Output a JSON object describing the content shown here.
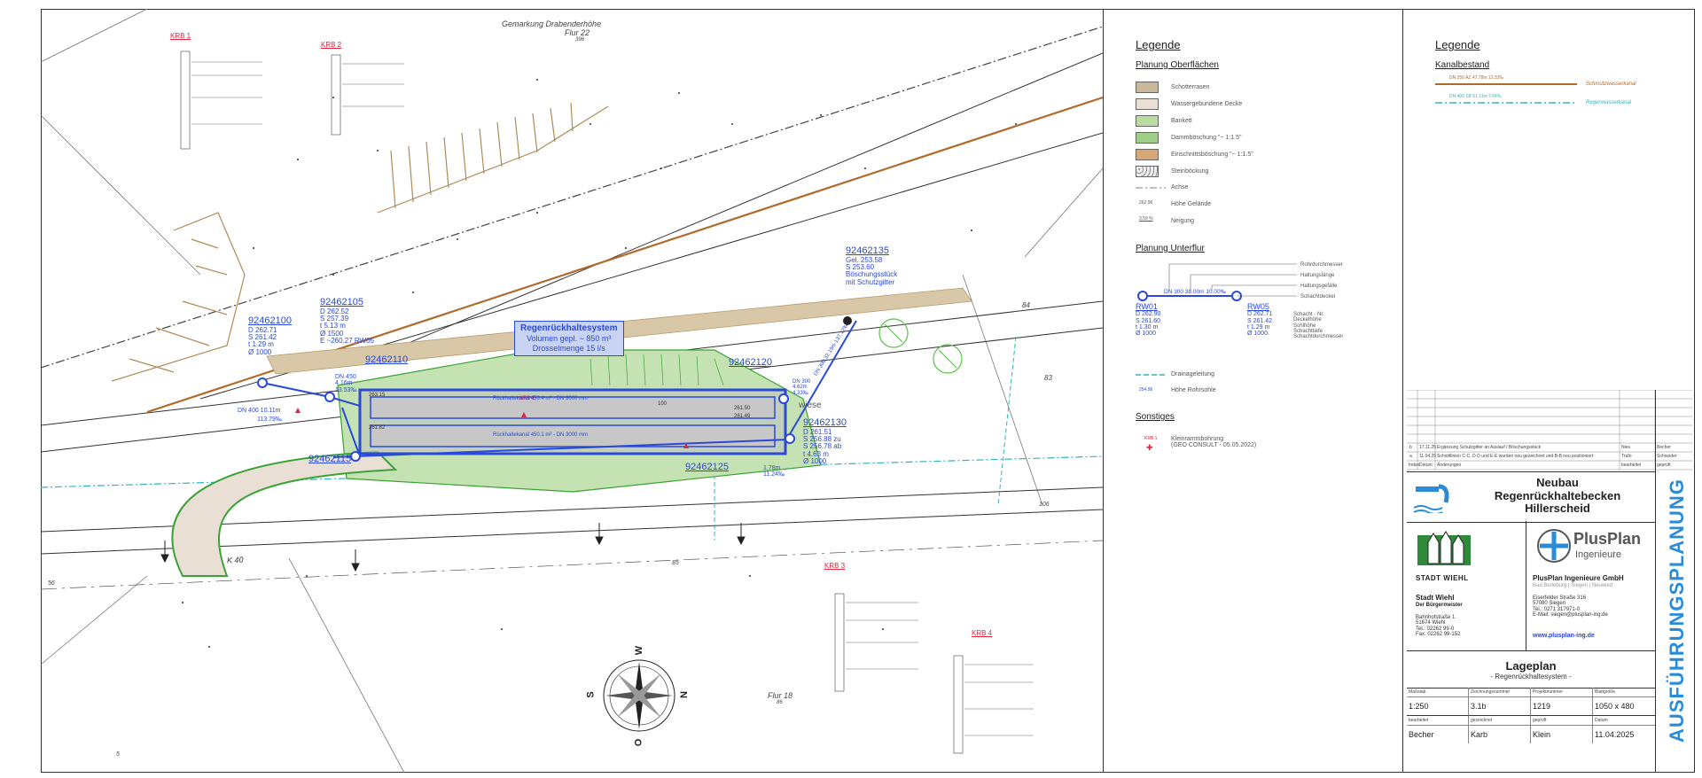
{
  "map": {
    "gemarkung": "Gemarkung Drabenderhöhe",
    "flur_top": "Flur 22",
    "flur_top_no": "396",
    "flur_bottom": "Flur 18",
    "flur_bottom_no": "86",
    "road": "K 40",
    "wiese": "wiese",
    "num_84": "84",
    "num_83": "83",
    "num_85": "85",
    "num_56": "56",
    "num_5": "5",
    "num_106": "106",
    "compass": {
      "n": "N",
      "s": "S",
      "o": "O",
      "w": "W"
    },
    "krb": [
      "KRB 1",
      "KRB 2",
      "KRB 3",
      "KRB 4"
    ],
    "krb_mark": "KRB 2",
    "system_box": {
      "title": "Regenrückhaltesystem",
      "line1": "Volumen gepl. ~ 850 m³",
      "line2": "Drosselmenge 15 l/s"
    },
    "nodes": [
      {
        "id": "92462100",
        "lines": [
          "D 262.71",
          "S 261.42",
          "t 1.29 m",
          "Ø 1000"
        ]
      },
      {
        "id": "92462105",
        "lines": [
          "D 262.52",
          "S 257.39",
          "t 5.13 m",
          "Ø 1500",
          "E ~260.27 RW05"
        ]
      },
      {
        "id": "92462110",
        "lines": []
      },
      {
        "id": "92462115",
        "lines": []
      },
      {
        "id": "92462120",
        "lines": []
      },
      {
        "id": "92462125",
        "lines": []
      },
      {
        "id": "92462130",
        "lines": [
          "D 261.51",
          "S 256.88 zu",
          "S 256.78 ab",
          "t 4.63 m",
          "Ø 1000"
        ]
      },
      {
        "id": "92462135",
        "lines": [
          "Gel. 253.58",
          "S 253.60",
          "Böschungsstück",
          "mit Schutzgitter"
        ]
      }
    ],
    "pipe_labels": {
      "dn400": "DN 400  10.11m",
      "dn400_slope": "113.79‰",
      "dn450": "DN 450",
      "dn450_len": "4.16m",
      "dn450_slope": "13.53‰",
      "right_len": "1.78m",
      "right_slope": "11.24‰",
      "rw1": "Rückhaltekanal 450.4 m² - DN 3000 mm",
      "rw2": "Rückhaltekanal 450.1 m² - DN 3000 mm",
      "dn300": "DN 300",
      "dn300_len": "4.62m",
      "dn300_slope": "4.33‰",
      "diag": "DN 300  32.19m  137.12‰",
      "val_100": "100",
      "lvl_a": "261.50",
      "lvl_b": "261.49",
      "lvl_c": "263.15",
      "lvl_d": "261.82"
    }
  },
  "legend_left": {
    "title": "Legende",
    "oberflaechen": "Planung Oberflächen",
    "items": [
      {
        "label": "Schotterrasen",
        "color": "#c9b99a"
      },
      {
        "label": "Wassergebundene Decke",
        "color": "#e9dfd4"
      },
      {
        "label": "Bankett",
        "color": "#b9dda0"
      },
      {
        "label": "Dammböschung \"~ 1:1.5\"",
        "color": "#9fd08a"
      },
      {
        "label": "Einschnittsböschung \"~ 1:1.5\"",
        "color": "#d6a874"
      },
      {
        "label": "Steinböckung",
        "color": "#cfcfcf"
      }
    ],
    "achse": "Achse",
    "hoehe_gelaende": "Höhe Gelände",
    "hoehe_val": "262.96",
    "neigung": "Neigung",
    "neigung_val": "3.59 %",
    "unterflur": "Planung Unterflur",
    "profile": {
      "rohrdurchmesser": "Rohrdurchmesser",
      "haltungslaenge": "Haltungslänge",
      "haltungsgefaelle": "Haltungsgefälle",
      "schachtdeckel": "Schachtdeckel",
      "pipe": "DN 300  38.00m  10.00‰",
      "rw01": "RW01",
      "rw01_lines": [
        "D 262.90",
        "S 261.60",
        "t 1.30 m",
        "Ø 1000"
      ],
      "rw05": "RW05",
      "rw05_lines": [
        "D 262.71",
        "S 261.42",
        "t 1.29 m",
        "Ø 1000"
      ],
      "schacht_nr": "Schacht - Nr.",
      "deckelhoehe": "Deckelhöhe",
      "sohlhoehe": "Sohlhöhe",
      "schachttiefe": "Schachttiefe",
      "schachtdurchmesser": "Schachtdurchmesser"
    },
    "drainage": "Drainageleitung",
    "rohrsohle": "Höhe Rohrsohle",
    "rohrsohle_val": "254.96",
    "sonstiges": "Sonstiges",
    "krb": "KRB 1",
    "kleinramm": "Kleinrammbohrung",
    "kleinramm2": "(GEO CONSULT - 05.05.2022)"
  },
  "legend_right": {
    "title": "Legende",
    "kanal": "Kanalbestand",
    "sw_label": "DN 250  AZ  47.78m  12.33‰",
    "sw_name": "Schmutzwasserkanal",
    "rw_label": "DN 400  SB  51.11m  7.04‰",
    "rw_name": "Regenwasserkanal"
  },
  "revisions": [
    {
      "idx": "b",
      "date": "17.11.25",
      "text": "Ergänzung Schutzgitter an Auslauf / Böschungsstück",
      "by": "Nies",
      "check": "Becher"
    },
    {
      "idx": "a",
      "date": "11.04.25",
      "text": "Schnittlinien C-C, D-D und E-E wurden neu gezeichnet und B-B neu positioniert",
      "by": "Trafo",
      "check": "Schneider"
    }
  ],
  "rev_header": [
    "Index",
    "Datum",
    "Änderungen",
    "bearbeitet",
    "geprüft"
  ],
  "project": {
    "line1": "Neubau",
    "line2": "Regenrückhaltebecken",
    "line3": "Hillerscheid"
  },
  "stamp": "AUSFÜHRUNGSPLANUNG",
  "client": {
    "logo_text": "STADT WIEHL",
    "name": "Stadt Wiehl",
    "sub": "Der Bürgermeister",
    "addr": [
      "Bahnhofstraße 1",
      "51674 Wiehl",
      "Tel.: 02262 99-0",
      "Fax: 02262 99-152"
    ]
  },
  "engineer": {
    "logo_text": "PlusPlan",
    "logo_sub": "Ingenieure",
    "name": "PlusPlan Ingenieure GmbH",
    "places": "Bad Berleburg | Siegen | Neuwied",
    "addr": [
      "Eiserfelder Straße 316",
      "57080 Siegen",
      "Tel.: 0271 317971-0",
      "E-Mail: siegen@plusplan-ing.de"
    ],
    "web": "www.plusplan-ing.de"
  },
  "plan": {
    "title": "Lageplan",
    "subtitle": "- Regenrückhaltesystem -"
  },
  "meta_labels": [
    "Maßstab",
    "Zeichnungsnummer",
    "Projektnummer",
    "Blattgröße"
  ],
  "meta_values": [
    "1:250",
    "3.1b",
    "1219",
    "1050 x 480"
  ],
  "meta_labels2": [
    "bearbeitet",
    "gezeichnet",
    "geprüft",
    "Datum"
  ],
  "meta_values2": [
    "Becher",
    "Karb",
    "Klein",
    "11.04.2025"
  ],
  "colors": {
    "blue": "#2a49d8",
    "green": "#3aa335",
    "brown": "#b06a2b",
    "cyan": "#2fb5bf",
    "red": "#e0243a"
  }
}
